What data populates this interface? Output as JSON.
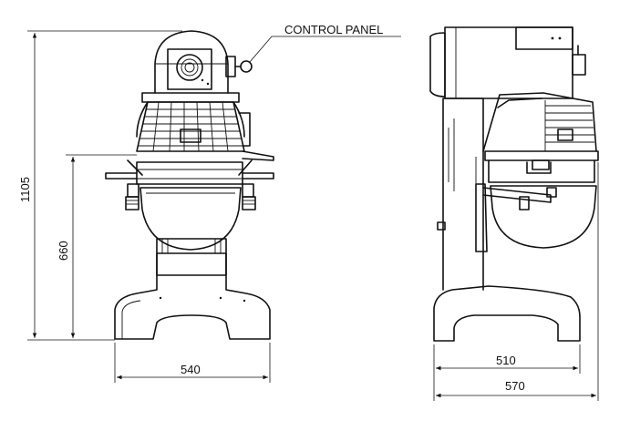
{
  "callout": {
    "control_panel": "CONTROL PANEL"
  },
  "dimensions": {
    "overall_height": "1105",
    "bowl_height": "660",
    "front_width": "540",
    "side_base_depth": "510",
    "side_overall_depth": "570"
  }
}
